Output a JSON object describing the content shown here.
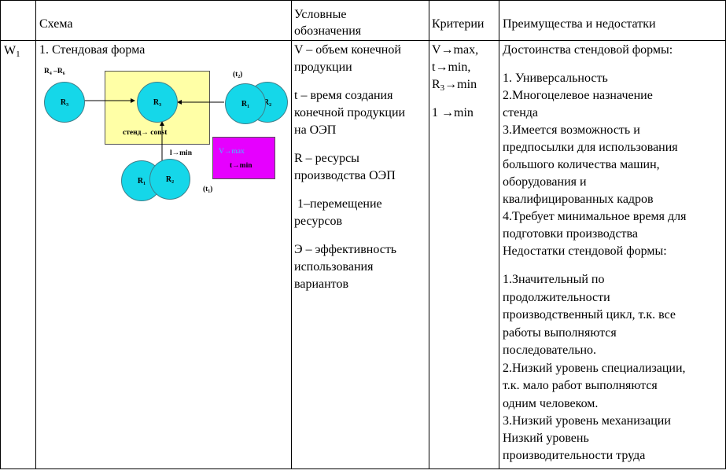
{
  "header": {
    "col_scheme": "Схема",
    "col_notation": [
      "Условные",
      "обозначения"
    ],
    "col_criteria": "Критерии",
    "col_pros_cons": "Преимущества и недостатки"
  },
  "row": {
    "id_main": "W",
    "id_sub": "1",
    "scheme_title": "1. Стендовая форма",
    "notation_lines": [
      "V – объем конечной",
      "продукции",
      "t – время создания",
      "конечной продукции",
      "на ОЭП",
      "R – ресурсы",
      "производства ОЭП",
      "1–перемещение",
      "ресурсов",
      "Э – эффективность",
      "использования",
      "вариантов"
    ],
    "criteria": {
      "c1": "V→max,",
      "c2": "t→min,",
      "c3_main": "R",
      "c3_sub": "3",
      "c3_rest": "→min",
      "c4": "1 →min"
    },
    "pros_title": "Достоинства стендовой формы:",
    "pros_lines": [
      "1. Универсальность",
      "2.Многоцелевое назначение",
      "стенда",
      "3.Имеется возможность и",
      "предпосылки для использования",
      "большого количества машин,",
      "оборудования и",
      "квалифицированных кадров",
      "4.Требует минимальное время для",
      "подготовки производства",
      "Недостатки стендовой формы:"
    ],
    "cons_lines": [
      "1.Значительный по",
      "продолжительности",
      "производственный цикл, т.к. все",
      "работы выполняются",
      "последовательно.",
      "2.Низкий уровень специализации,",
      "т.к. мало работ выполняются",
      "одним человеком.",
      "3.Низкий уровень механизации",
      "Низкий уровень",
      "производительности труда"
    ]
  },
  "diagram": {
    "label_r4r6": "R₄ –R₆",
    "label_t2": "(t₂)",
    "label_t1": "(t₁)",
    "r3_left": "R₃",
    "r3_center": "R₃",
    "r1_right": "R₁",
    "r2_right": "R₂",
    "r1_bottom": "R₁",
    "r2_bottom": "R₂",
    "stand_label": "стенд→ const",
    "l_min": "l→min",
    "mag_v": "V→max",
    "mag_t": "t→min",
    "colors": {
      "circle": "#15d7e9",
      "yellow": "#ffffa6",
      "magenta": "#e600ff"
    }
  }
}
